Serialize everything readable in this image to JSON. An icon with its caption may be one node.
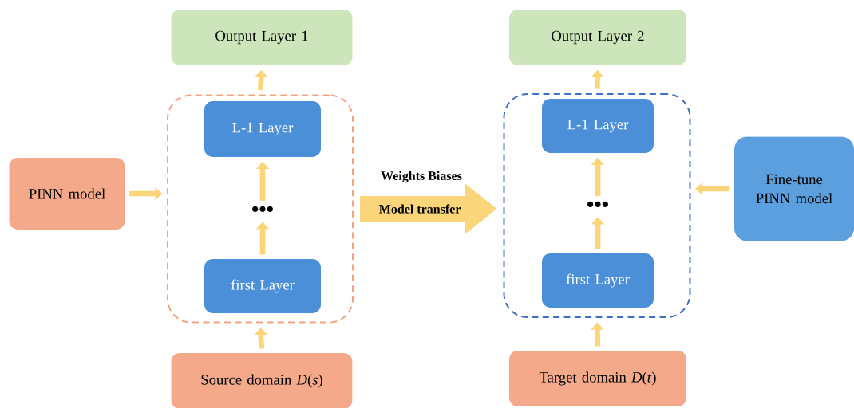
{
  "diagram": {
    "nodes": [
      {
        "text": [
          "PINN model"
        ]
      },
      {
        "text": [
          "Output Layer 1"
        ]
      },
      {
        "text": [],
        "shape": "box"
      },
      {
        "text": [
          "L-1 Layer"
        ],
        "in": 2
      },
      {
        "text": [
          "•••"
        ],
        "in": 2
      },
      {
        "text": [
          "first Layer"
        ],
        "in": 2
      },
      {
        "text": [
          "Source domain *D*(*s*)"
        ]
      },
      {
        "text": [
          "Output Layer 2"
        ]
      },
      {
        "text": [],
        "shape": "box"
      },
      {
        "text": [
          "L-1 Layer"
        ],
        "in": 8
      },
      {
        "text": [
          "•••"
        ],
        "in": 8
      },
      {
        "text": [
          "first Layer"
        ],
        "in": 8
      },
      {
        "text": [
          "Target domain *D*(*t*)"
        ]
      },
      {
        "text": [
          "Fine-tune PINN model"
        ]
      }
    ],
    "edges": [
      {
        "from": 0,
        "to": 2,
        "arrow": "to"
      },
      {
        "from": 6,
        "to": 2,
        "arrow": "to"
      },
      {
        "from": 5,
        "to": 4,
        "arrow": "to"
      },
      {
        "from": 4,
        "to": 3,
        "arrow": "to"
      },
      {
        "from": 2,
        "to": 1,
        "arrow": "to"
      },
      {
        "from": 2,
        "to": 8,
        "arrow": "to",
        "label": "Model transfer",
        "style": "thick"
      },
      {
        "from": 12,
        "to": 8,
        "arrow": "to"
      },
      {
        "from": 11,
        "to": 10,
        "arrow": "to"
      },
      {
        "from": 10,
        "to": 9,
        "arrow": "to"
      },
      {
        "from": 8,
        "to": 7,
        "arrow": "to"
      },
      {
        "from": 13,
        "to": 8,
        "arrow": "to"
      }
    ],
    "labels": [
      "Weights Biases"
    ]
  }
}
